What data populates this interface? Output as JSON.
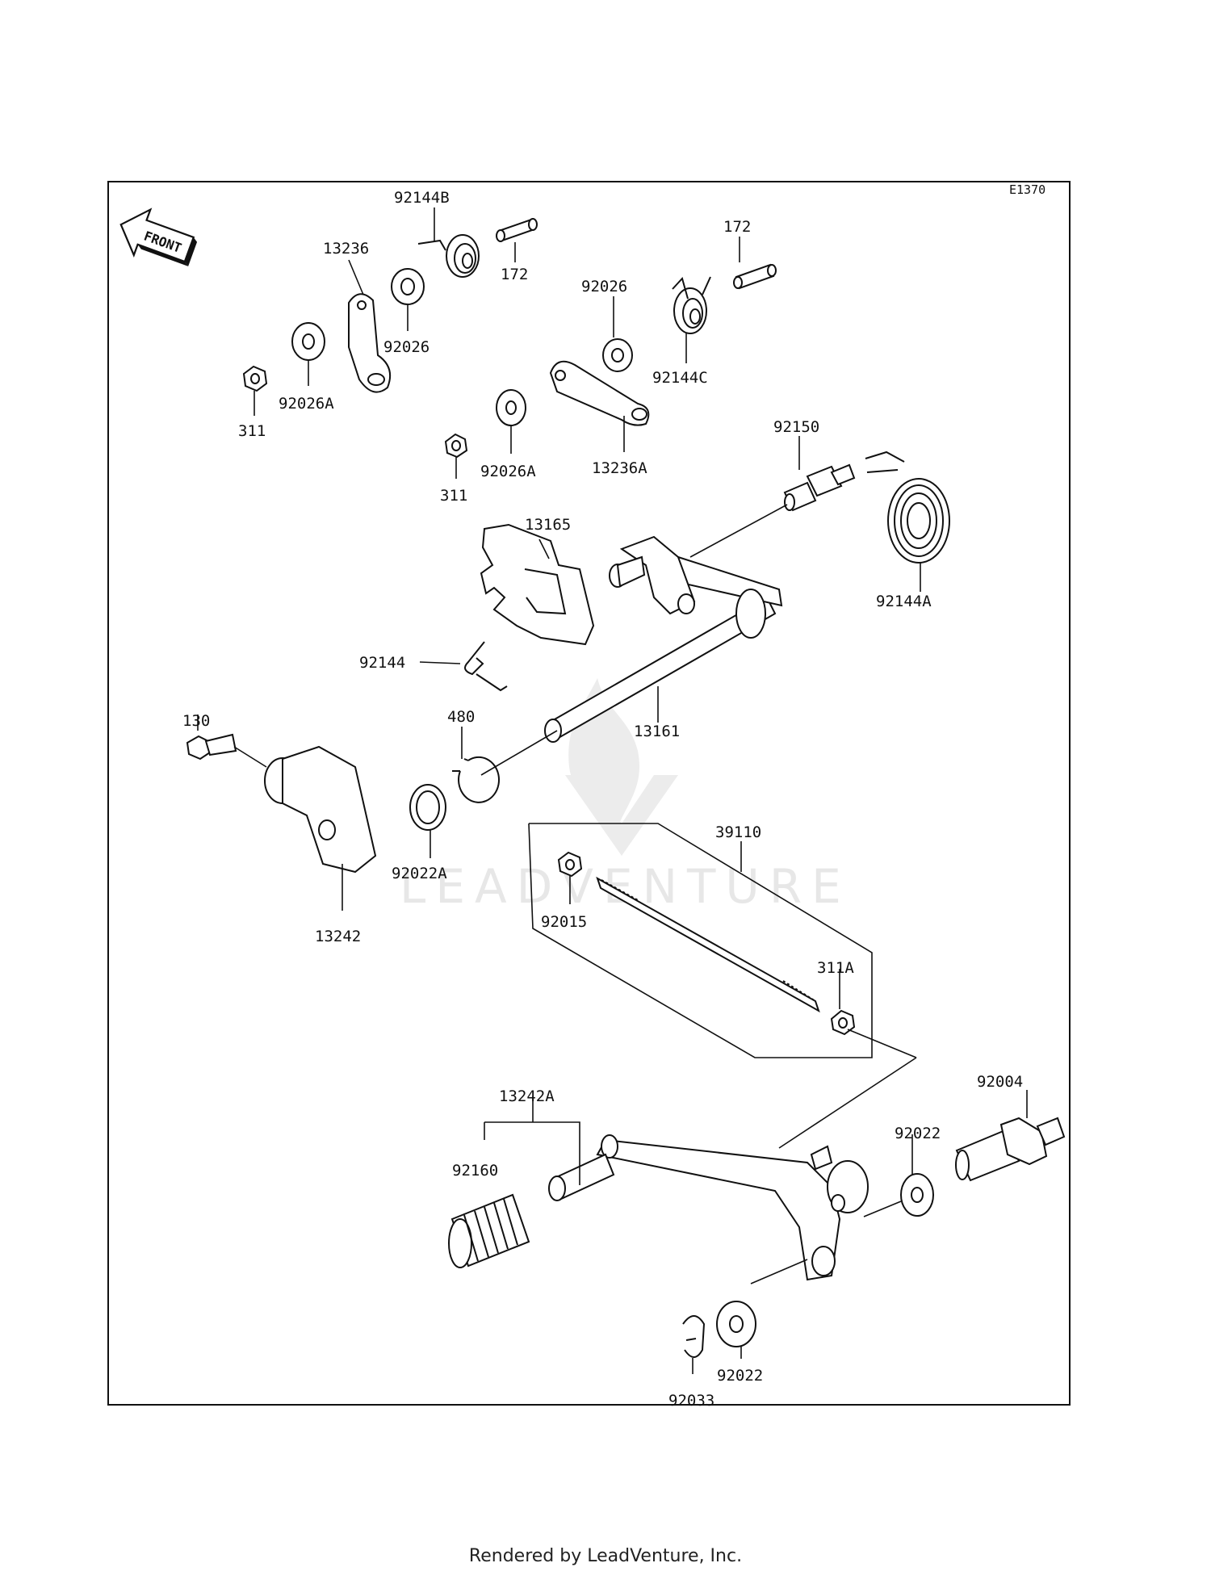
{
  "diagram_code": "E1370",
  "front_label": "FRONT",
  "watermark": "LEADVENTURE",
  "footer": "Rendered by LeadVenture, Inc.",
  "parts": [
    {
      "id": "p-92144B",
      "label": "92144B"
    },
    {
      "id": "p-172-a",
      "label": "172"
    },
    {
      "id": "p-13236",
      "label": "13236"
    },
    {
      "id": "p-92026-a",
      "label": "92026"
    },
    {
      "id": "p-92026A-a",
      "label": "92026A"
    },
    {
      "id": "p-311-a",
      "label": "311"
    },
    {
      "id": "p-172-b",
      "label": "172"
    },
    {
      "id": "p-92026-b",
      "label": "92026"
    },
    {
      "id": "p-92144C",
      "label": "92144C"
    },
    {
      "id": "p-92026A-b",
      "label": "92026A"
    },
    {
      "id": "p-311-b",
      "label": "311"
    },
    {
      "id": "p-13236A",
      "label": "13236A"
    },
    {
      "id": "p-92150",
      "label": "92150"
    },
    {
      "id": "p-13165",
      "label": "13165"
    },
    {
      "id": "p-92144A",
      "label": "92144A"
    },
    {
      "id": "p-92144",
      "label": "92144"
    },
    {
      "id": "p-130",
      "label": "130"
    },
    {
      "id": "p-480",
      "label": "480"
    },
    {
      "id": "p-13161",
      "label": "13161"
    },
    {
      "id": "p-92022A",
      "label": "92022A"
    },
    {
      "id": "p-13242",
      "label": "13242"
    },
    {
      "id": "p-39110",
      "label": "39110"
    },
    {
      "id": "p-92015",
      "label": "92015"
    },
    {
      "id": "p-311A",
      "label": "311A"
    },
    {
      "id": "p-92004",
      "label": "92004"
    },
    {
      "id": "p-13242A",
      "label": "13242A"
    },
    {
      "id": "p-92022-a",
      "label": "92022"
    },
    {
      "id": "p-92160",
      "label": "92160"
    },
    {
      "id": "p-92022-b",
      "label": "92022"
    },
    {
      "id": "p-92033",
      "label": "92033"
    }
  ]
}
